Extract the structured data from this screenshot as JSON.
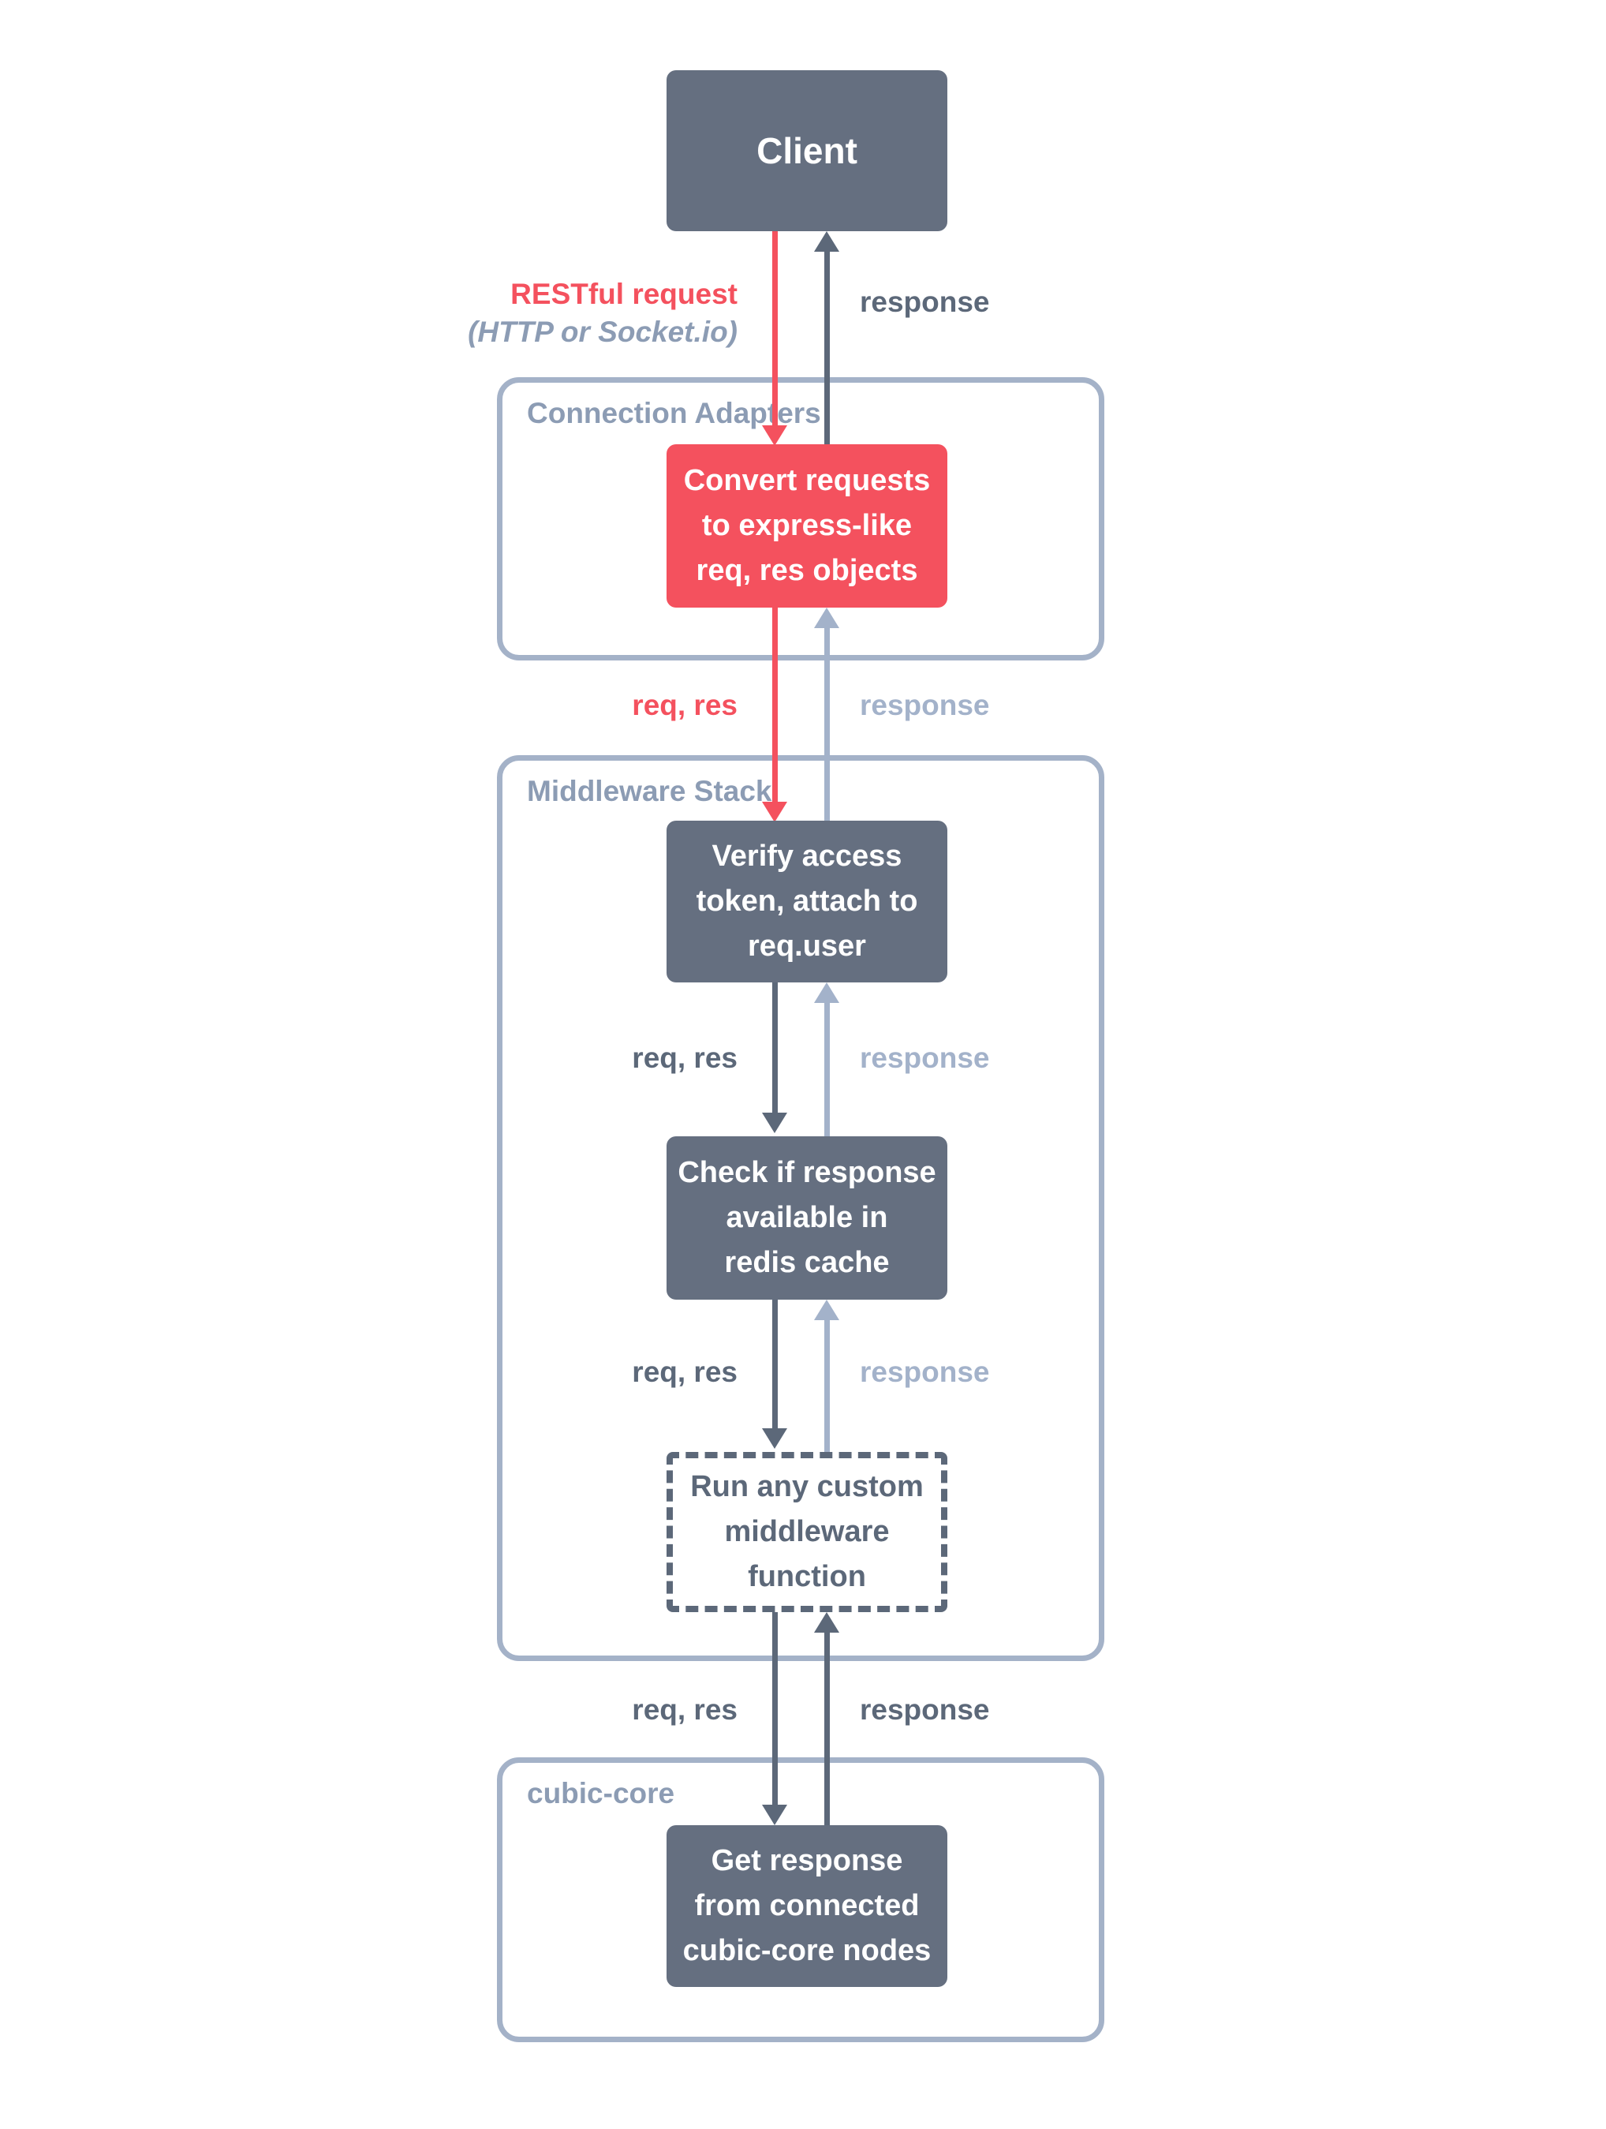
{
  "colors": {
    "accent_red": "#f4515e",
    "slate_box": "#656f80",
    "slate_text": "#5c6879",
    "light_blue_gray": "#a3b2ca",
    "group_border": "#a4b2c8",
    "group_title": "#8c9cb4",
    "box_text": "#ffffff",
    "background": "#ffffff"
  },
  "client": {
    "label": "Client"
  },
  "groups": {
    "connection_adapters": {
      "title": "Connection Adapters"
    },
    "middleware_stack": {
      "title": "Middleware Stack"
    },
    "cubic_core": {
      "title": "cubic-core"
    }
  },
  "nodes": {
    "convert": {
      "lines": [
        "Convert requests",
        "to express-like",
        "req, res objects"
      ]
    },
    "verify": {
      "lines": [
        "Verify access",
        "token, attach to",
        "req.user"
      ]
    },
    "redis": {
      "lines": [
        "Check if response",
        "available in",
        "redis cache"
      ]
    },
    "custom": {
      "lines": [
        "Run any custom",
        "middleware",
        "function"
      ]
    },
    "get_response": {
      "lines": [
        "Get response",
        "from connected",
        "cubic-core nodes"
      ]
    }
  },
  "edges": {
    "client_adapters": {
      "request": "RESTful request",
      "request_note": "(HTTP or Socket.io)",
      "response": "response"
    },
    "adapters_middleware": {
      "request": "req, res",
      "response": "response"
    },
    "verify_redis": {
      "request": "req, res",
      "response": "response"
    },
    "redis_custom": {
      "request": "req, res",
      "response": "response"
    },
    "middleware_core": {
      "request": "req, res",
      "response": "response"
    }
  }
}
